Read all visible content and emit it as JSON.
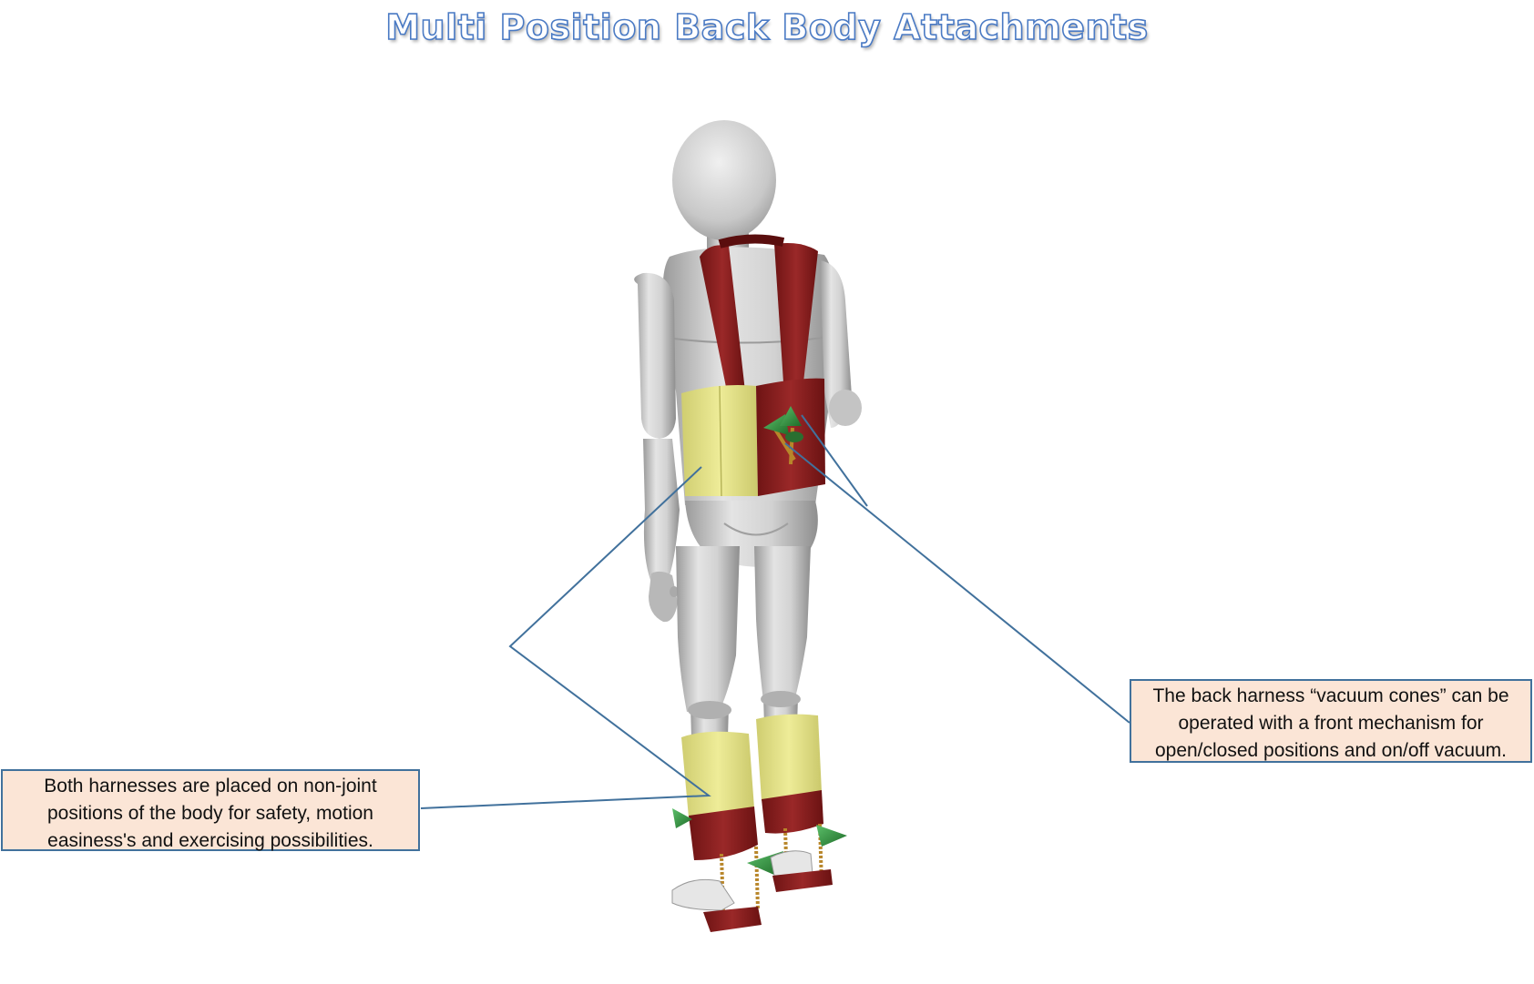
{
  "title": "Multi Position Back Body Attachments",
  "callouts": {
    "left": "Both harnesses are placed on non-joint positions of the body for safety, motion easiness's and exercising possibilities.",
    "right": "The back harness “vacuum cones” can be operated with a front mechanism for open/closed positions and on/off vacuum."
  },
  "colors": {
    "title_outline": "#4a7ac4",
    "callout_fill": "#fbe5d6",
    "callout_border": "#41719c",
    "leader_line": "#41719c",
    "harness_yellow": "#e6e48a",
    "harness_red": "#8b2020",
    "vacuum_cone": "#2e8b3a",
    "mannequin": "#c8c8c8"
  }
}
